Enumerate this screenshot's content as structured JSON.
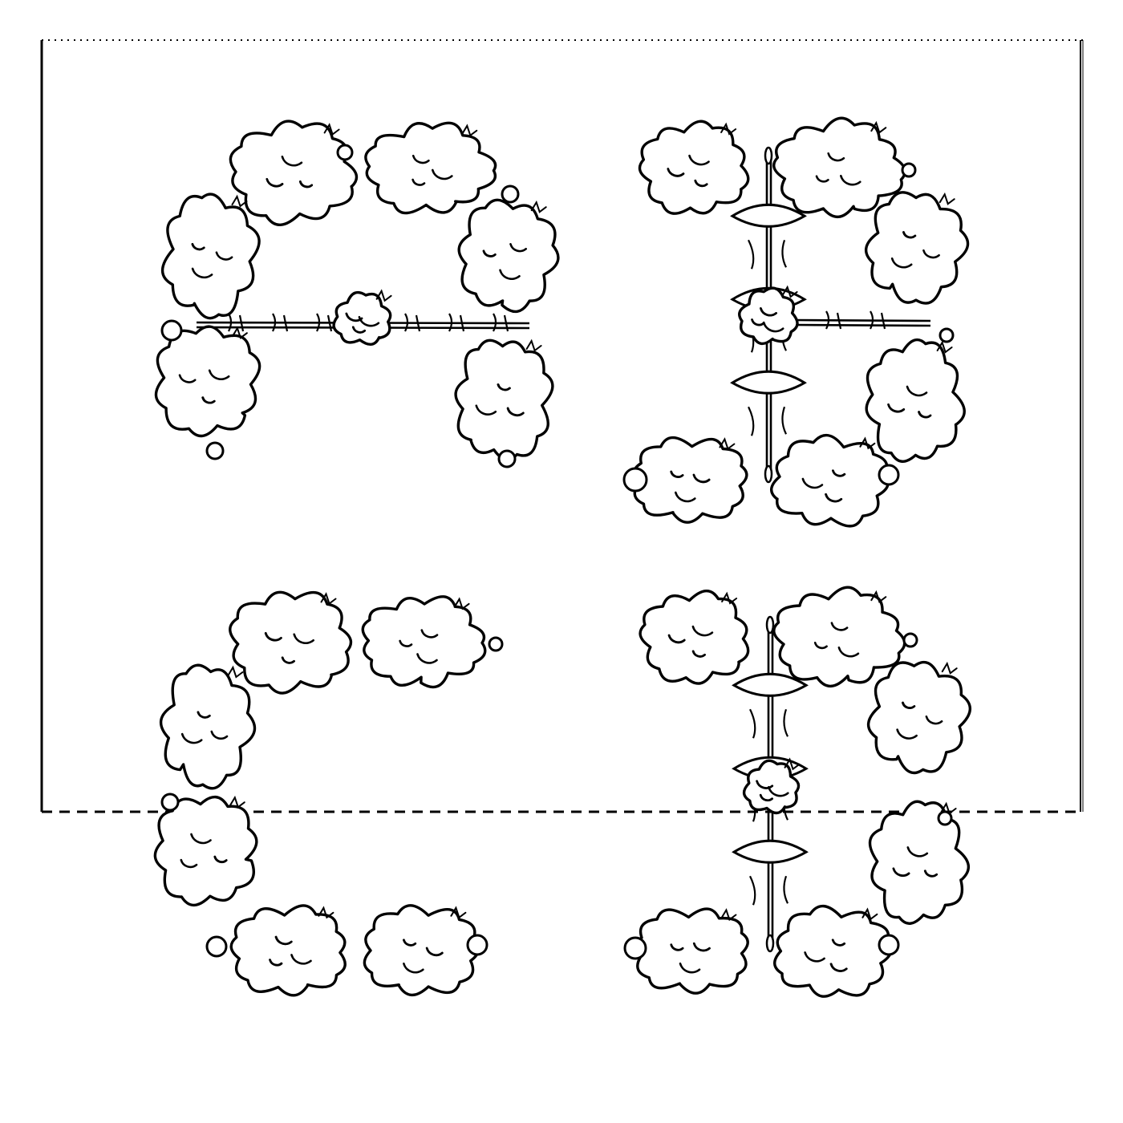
{
  "artwork": {
    "letters": [
      "A",
      "B",
      "C",
      "D"
    ],
    "style": "cloud-outline letters",
    "ink_color": "#000000",
    "paper_color": "#ffffff",
    "frame": {
      "top_border": "dotted",
      "bottom_border": "dashed",
      "left_border": "solid",
      "right_border": "solid"
    }
  }
}
